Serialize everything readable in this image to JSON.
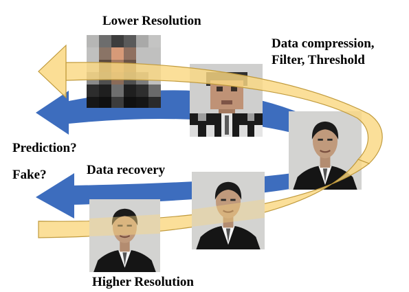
{
  "labels": {
    "lower_resolution": "Lower Resolution",
    "compression_line1": "Data compression,",
    "compression_line2": "Filter, Threshold",
    "prediction": "Prediction?",
    "fake": "Fake?",
    "data_recovery": "Data recovery",
    "higher_resolution": "Higher Resolution"
  },
  "colors": {
    "blue_arrow": "#3d6dbe",
    "blue_arrow_edge": "#2a56a4",
    "yellow_arrow": "#fad882",
    "yellow_arrow_edge": "#c09a3c",
    "photo_bg": "#d3d3d1",
    "suit": "#151515",
    "skin": "#c09a7c",
    "hair": "#1a1a1a"
  },
  "icons": [
    "portrait-photo",
    "pixelated-portrait-photo"
  ]
}
